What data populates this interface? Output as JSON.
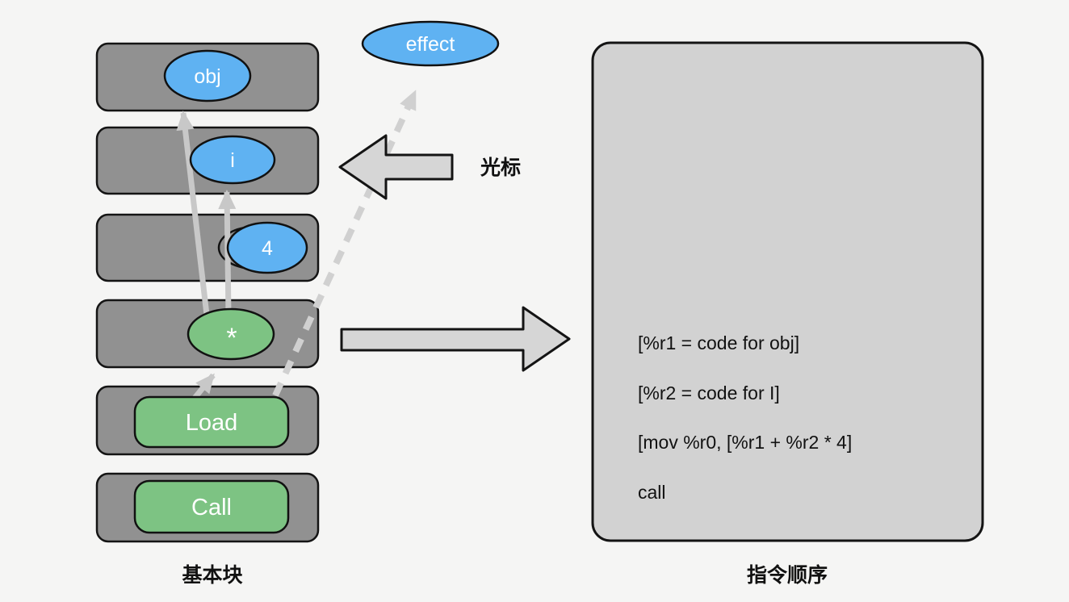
{
  "colors": {
    "background": "#f5f5f4",
    "block_fill": "#919191",
    "node_blue": "#5fb2f2",
    "node_green": "#7dc383",
    "panel_fill": "#d2d2d2",
    "block_arrow_fill": "#d6d6d6",
    "edge_gray": "#c8c8c8",
    "dashed_edge_gray": "#d0d0d0",
    "outline_black": "#141414",
    "node_text_white": "#ffffff",
    "label_text_black": "#111111"
  },
  "nodes": {
    "obj": "obj",
    "i": "i",
    "four": "4",
    "mul": "*",
    "load": "Load",
    "call": "Call",
    "effect": "effect"
  },
  "labels": {
    "cursor": "光标",
    "basic_block": "基本块",
    "instruction_order": "指令顺序"
  },
  "instructions": [
    "[%r1 = code for obj]",
    "[%r2 = code for I]",
    "[mov %r0, [%r1 + %r2 * 4]",
    "call"
  ]
}
